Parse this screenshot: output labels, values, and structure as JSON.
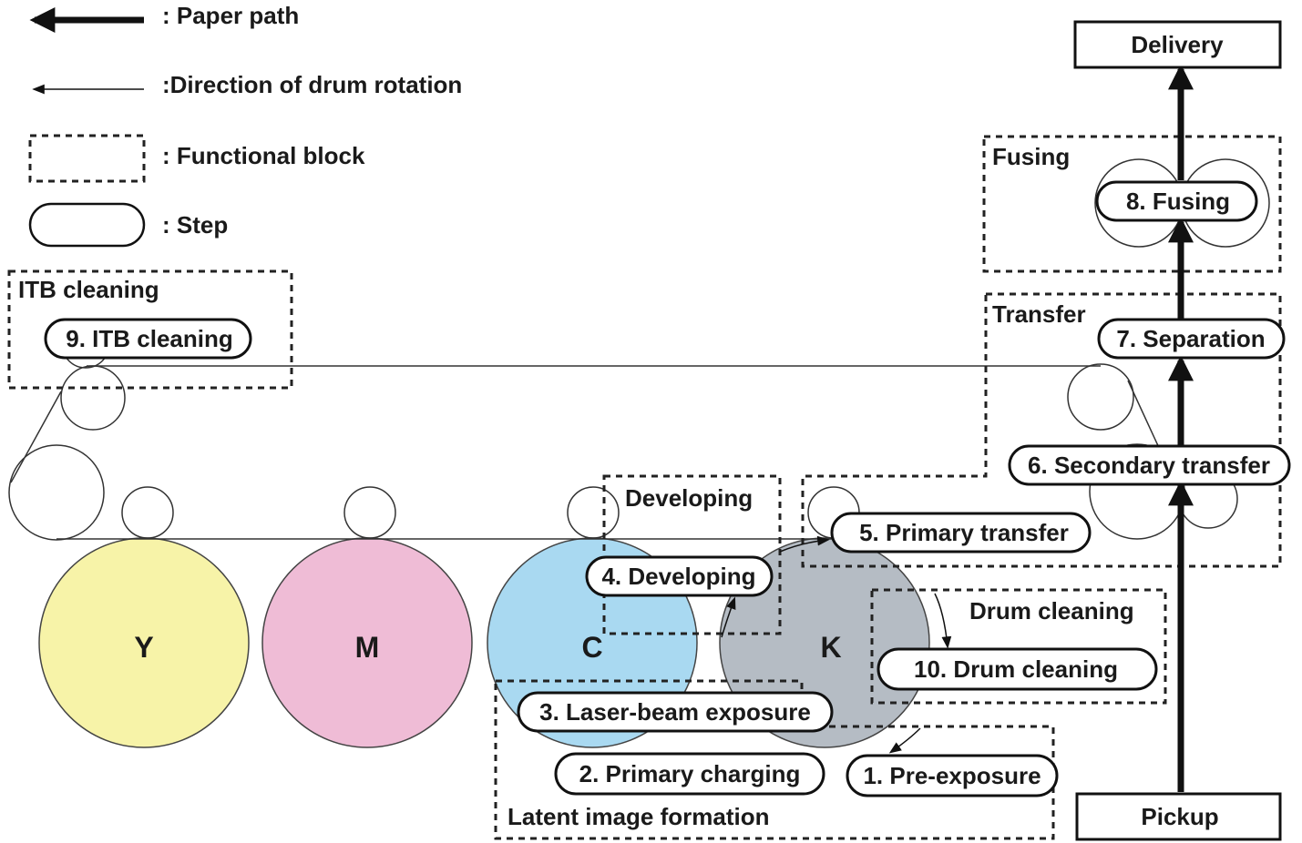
{
  "legend": {
    "paper_path": ": Paper path",
    "drum_rotation": ":Direction of drum rotation",
    "functional_block": ": Functional block",
    "step": ": Step"
  },
  "blocks": {
    "itb_cleaning": "ITB cleaning",
    "developing": "Developing",
    "fusing": "Fusing",
    "transfer": "Transfer",
    "drum_cleaning": "Drum cleaning",
    "latent_image": "Latent image formation"
  },
  "steps": {
    "s1": "1. Pre-exposure",
    "s2": "2. Primary charging",
    "s3": "3. Laser-beam exposure",
    "s4": "4. Developing",
    "s5": "5. Primary transfer",
    "s6": "6. Secondary transfer",
    "s7": "7. Separation",
    "s8": "8. Fusing",
    "s9": "9. ITB cleaning",
    "s10": "10. Drum cleaning"
  },
  "boxes": {
    "delivery": "Delivery",
    "pickup": "Pickup"
  },
  "drums": {
    "y": "Y",
    "m": "M",
    "c": "C",
    "k": "K"
  },
  "colors": {
    "y": "#f7f3a8",
    "m": "#efbcd6",
    "c": "#a9d9f1",
    "k": "#b5bcc4"
  }
}
